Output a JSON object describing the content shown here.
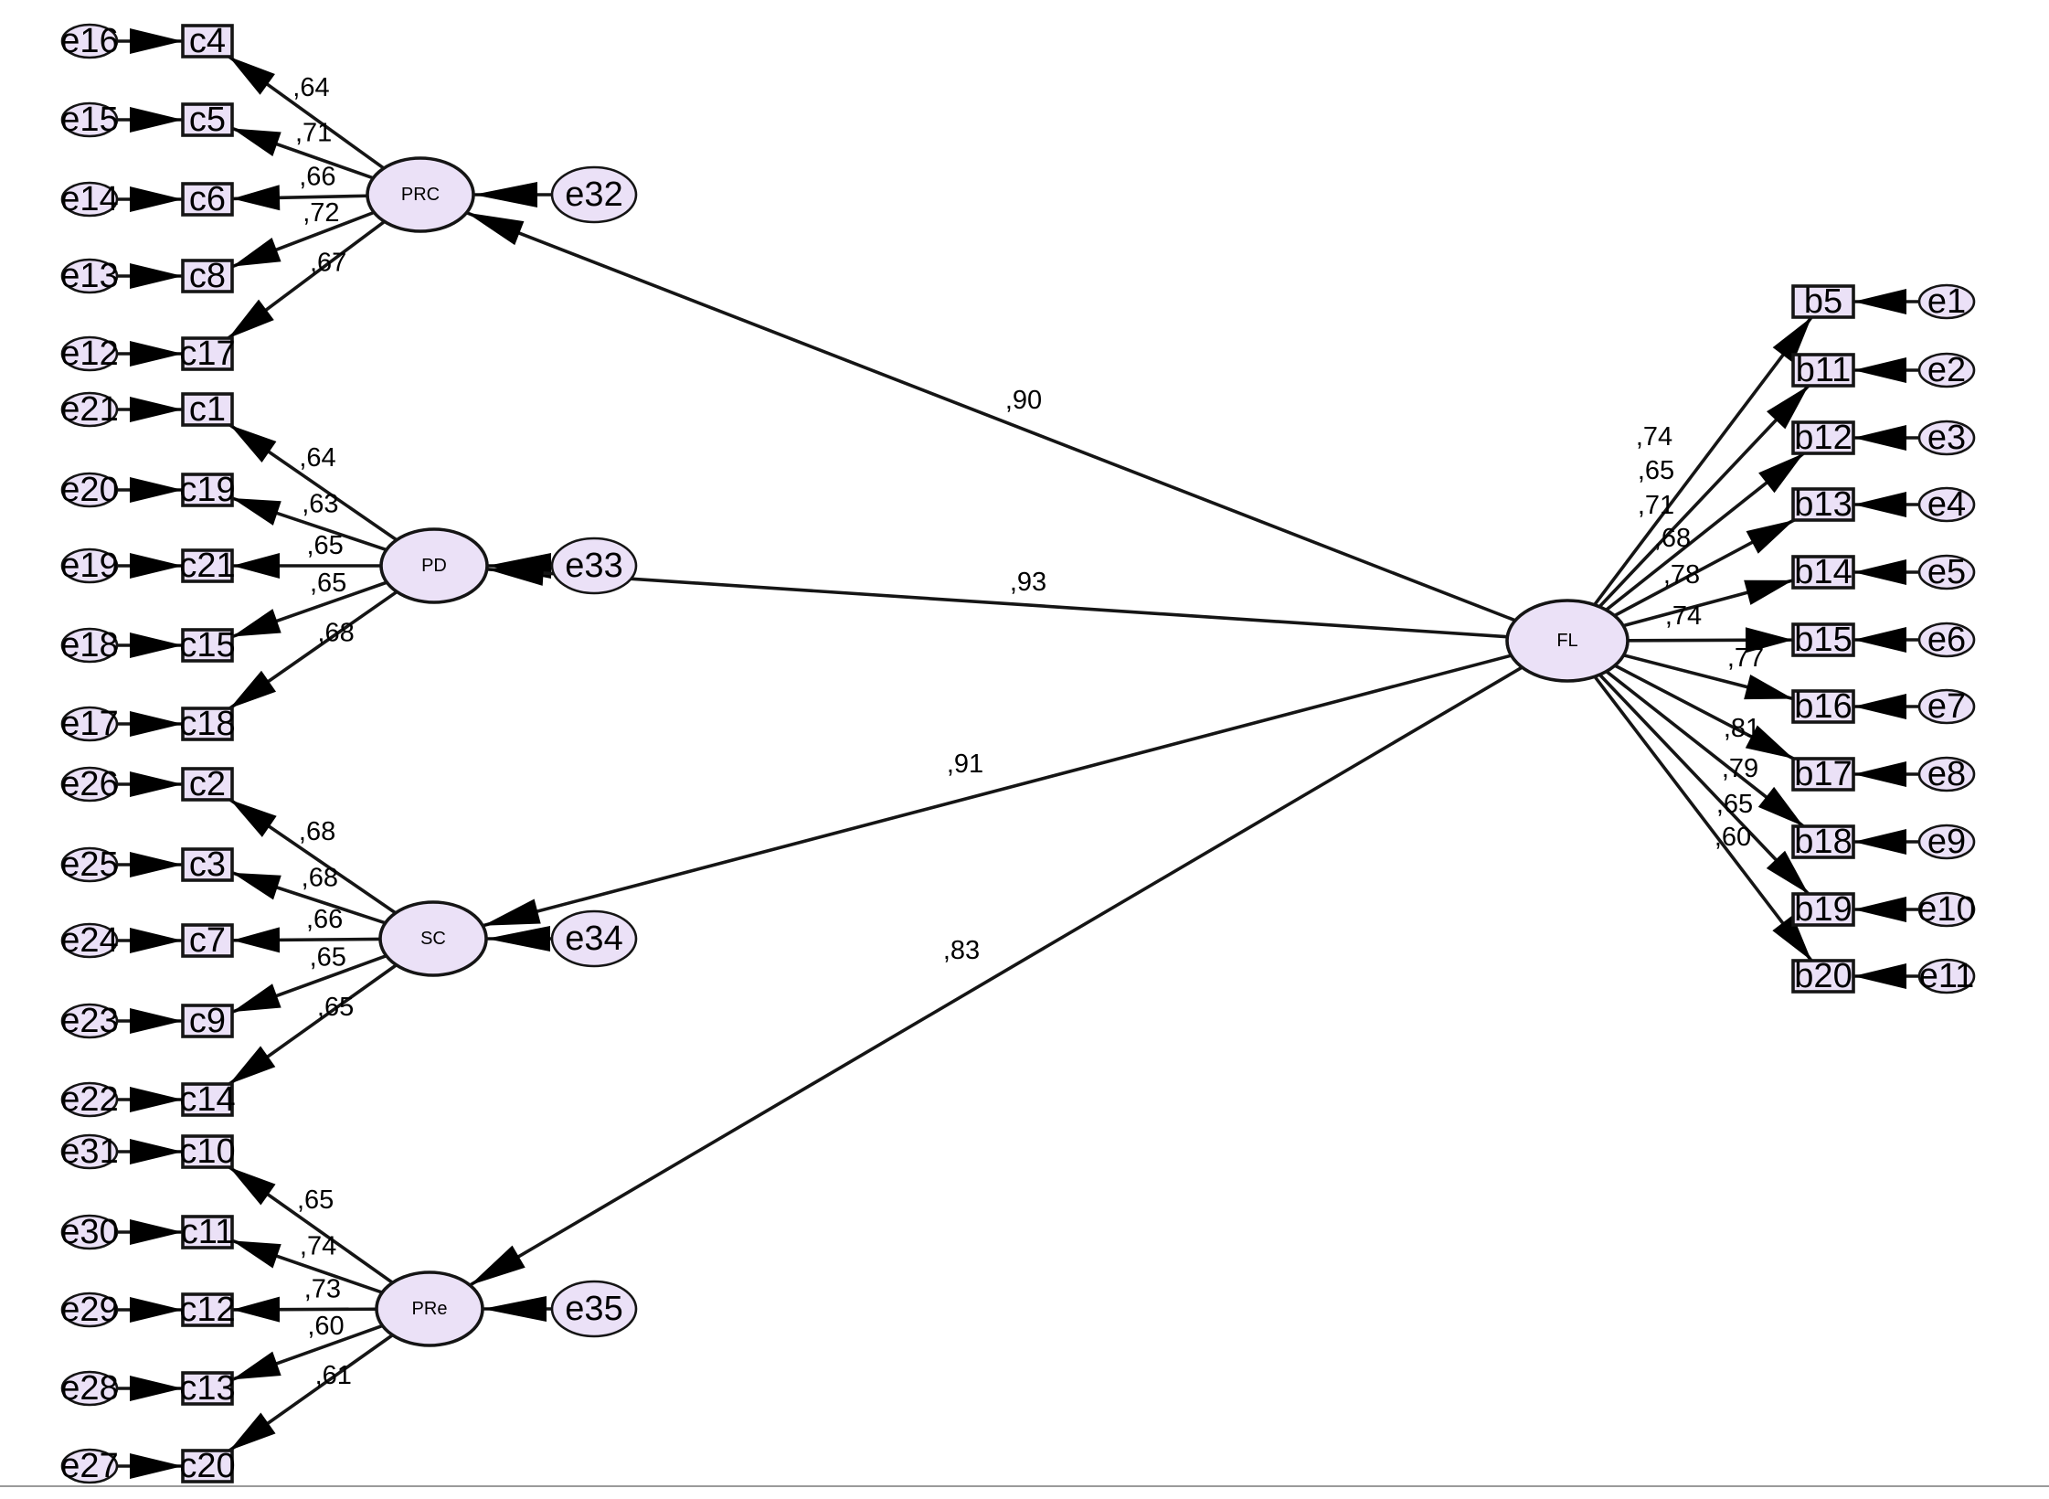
{
  "latents": [
    {
      "id": "PRC",
      "label": "PRC",
      "error": "e32"
    },
    {
      "id": "PD",
      "label": "PD",
      "error": "e33"
    },
    {
      "id": "SC",
      "label": "SC",
      "error": "e34"
    },
    {
      "id": "PRe",
      "label": "PRe",
      "error": "e35"
    },
    {
      "id": "FL",
      "label": "FL"
    }
  ],
  "structural_paths": [
    {
      "from": "FL",
      "to": "PRC",
      "coef": ",90"
    },
    {
      "from": "FL",
      "to": "PD",
      "coef": ",93"
    },
    {
      "from": "FL",
      "to": "SC",
      "coef": ",91"
    },
    {
      "from": "FL",
      "to": "PRe",
      "coef": ",83"
    }
  ],
  "indicators": {
    "PRC": [
      {
        "item": "c4",
        "error": "e16",
        "coef": ",64"
      },
      {
        "item": "c5",
        "error": "e15",
        "coef": ",71"
      },
      {
        "item": "c6",
        "error": "e14",
        "coef": ",66"
      },
      {
        "item": "c8",
        "error": "e13",
        "coef": ",72"
      },
      {
        "item": "c17",
        "error": "e12",
        "coef": ",67"
      }
    ],
    "PD": [
      {
        "item": "c1",
        "error": "e21",
        "coef": ",64"
      },
      {
        "item": "c19",
        "error": "e20",
        "coef": ",63"
      },
      {
        "item": "c21",
        "error": "e19",
        "coef": ",65"
      },
      {
        "item": "c15",
        "error": "e18",
        "coef": ",65"
      },
      {
        "item": "c18",
        "error": "e17",
        "coef": ",68"
      }
    ],
    "SC": [
      {
        "item": "c2",
        "error": "e26",
        "coef": ",68"
      },
      {
        "item": "c3",
        "error": "e25",
        "coef": ",68"
      },
      {
        "item": "c7",
        "error": "e24",
        "coef": ",66"
      },
      {
        "item": "c9",
        "error": "e23",
        "coef": ",65"
      },
      {
        "item": "c14",
        "error": "e22",
        "coef": ",65"
      }
    ],
    "PRe": [
      {
        "item": "c10",
        "error": "e31",
        "coef": ",65"
      },
      {
        "item": "c11",
        "error": "e30",
        "coef": ",74"
      },
      {
        "item": "c12",
        "error": "e29",
        "coef": ",73"
      },
      {
        "item": "c13",
        "error": "e28",
        "coef": ",60"
      },
      {
        "item": "c20",
        "error": "e27",
        "coef": ",61"
      }
    ],
    "FL": [
      {
        "item": "b5",
        "error": "e1",
        "coef": ",74"
      },
      {
        "item": "b11",
        "error": "e2",
        "coef": ",65"
      },
      {
        "item": "b12",
        "error": "e3",
        "coef": ",71"
      },
      {
        "item": "b13",
        "error": "e4",
        "coef": ",68"
      },
      {
        "item": "b14",
        "error": "e5",
        "coef": ",78"
      },
      {
        "item": "b15",
        "error": "e6",
        "coef": ",74"
      },
      {
        "item": "b16",
        "error": "e7",
        "coef": ",77"
      },
      {
        "item": "b17",
        "error": "e8",
        "coef": ",81"
      },
      {
        "item": "b18",
        "error": "e9",
        "coef": ",79"
      },
      {
        "item": "b19",
        "error": "e10",
        "coef": ",65"
      },
      {
        "item": "b20",
        "error": "e11",
        "coef": ",60"
      }
    ]
  },
  "colors": {
    "node_fill": "#ebe1f7",
    "stroke": "#151515",
    "background": "#ffffff"
  }
}
